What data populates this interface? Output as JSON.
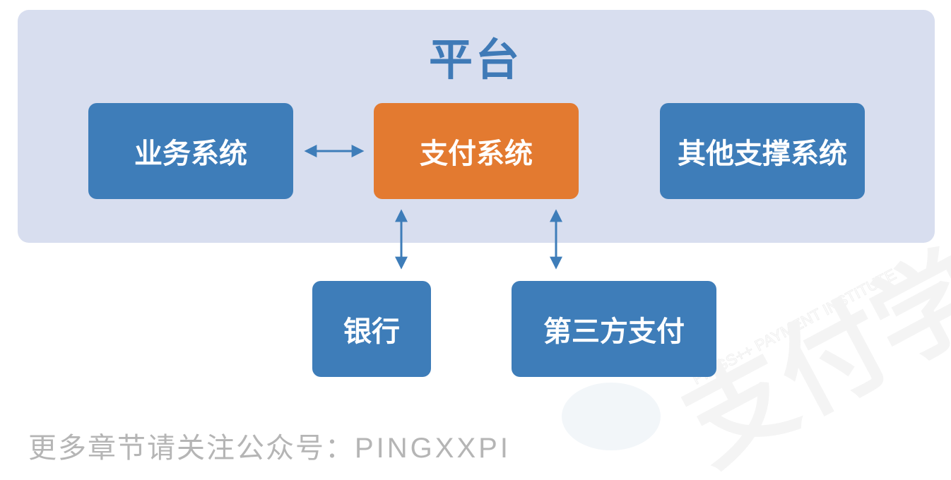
{
  "platform": {
    "title": "平台"
  },
  "nodes": {
    "business": "业务系统",
    "payment": "支付系统",
    "other_support": "其他支撑系统",
    "bank": "银行",
    "third_party": "第三方支付"
  },
  "watermark": {
    "text_latin": "PINGS++ PAYMENT INSTITUTE",
    "text_cn": "支付学院"
  },
  "footer": {
    "prompt": "更多章节请关注公众号：",
    "account": "PINGXXPI"
  },
  "colors": {
    "platform_bg": "#d8deef",
    "title": "#3f7ab7",
    "blue_box": "#3e7db9",
    "orange_box": "#e37a30",
    "arrow": "#3e7db9",
    "footer_text": "#b5b5b5"
  }
}
